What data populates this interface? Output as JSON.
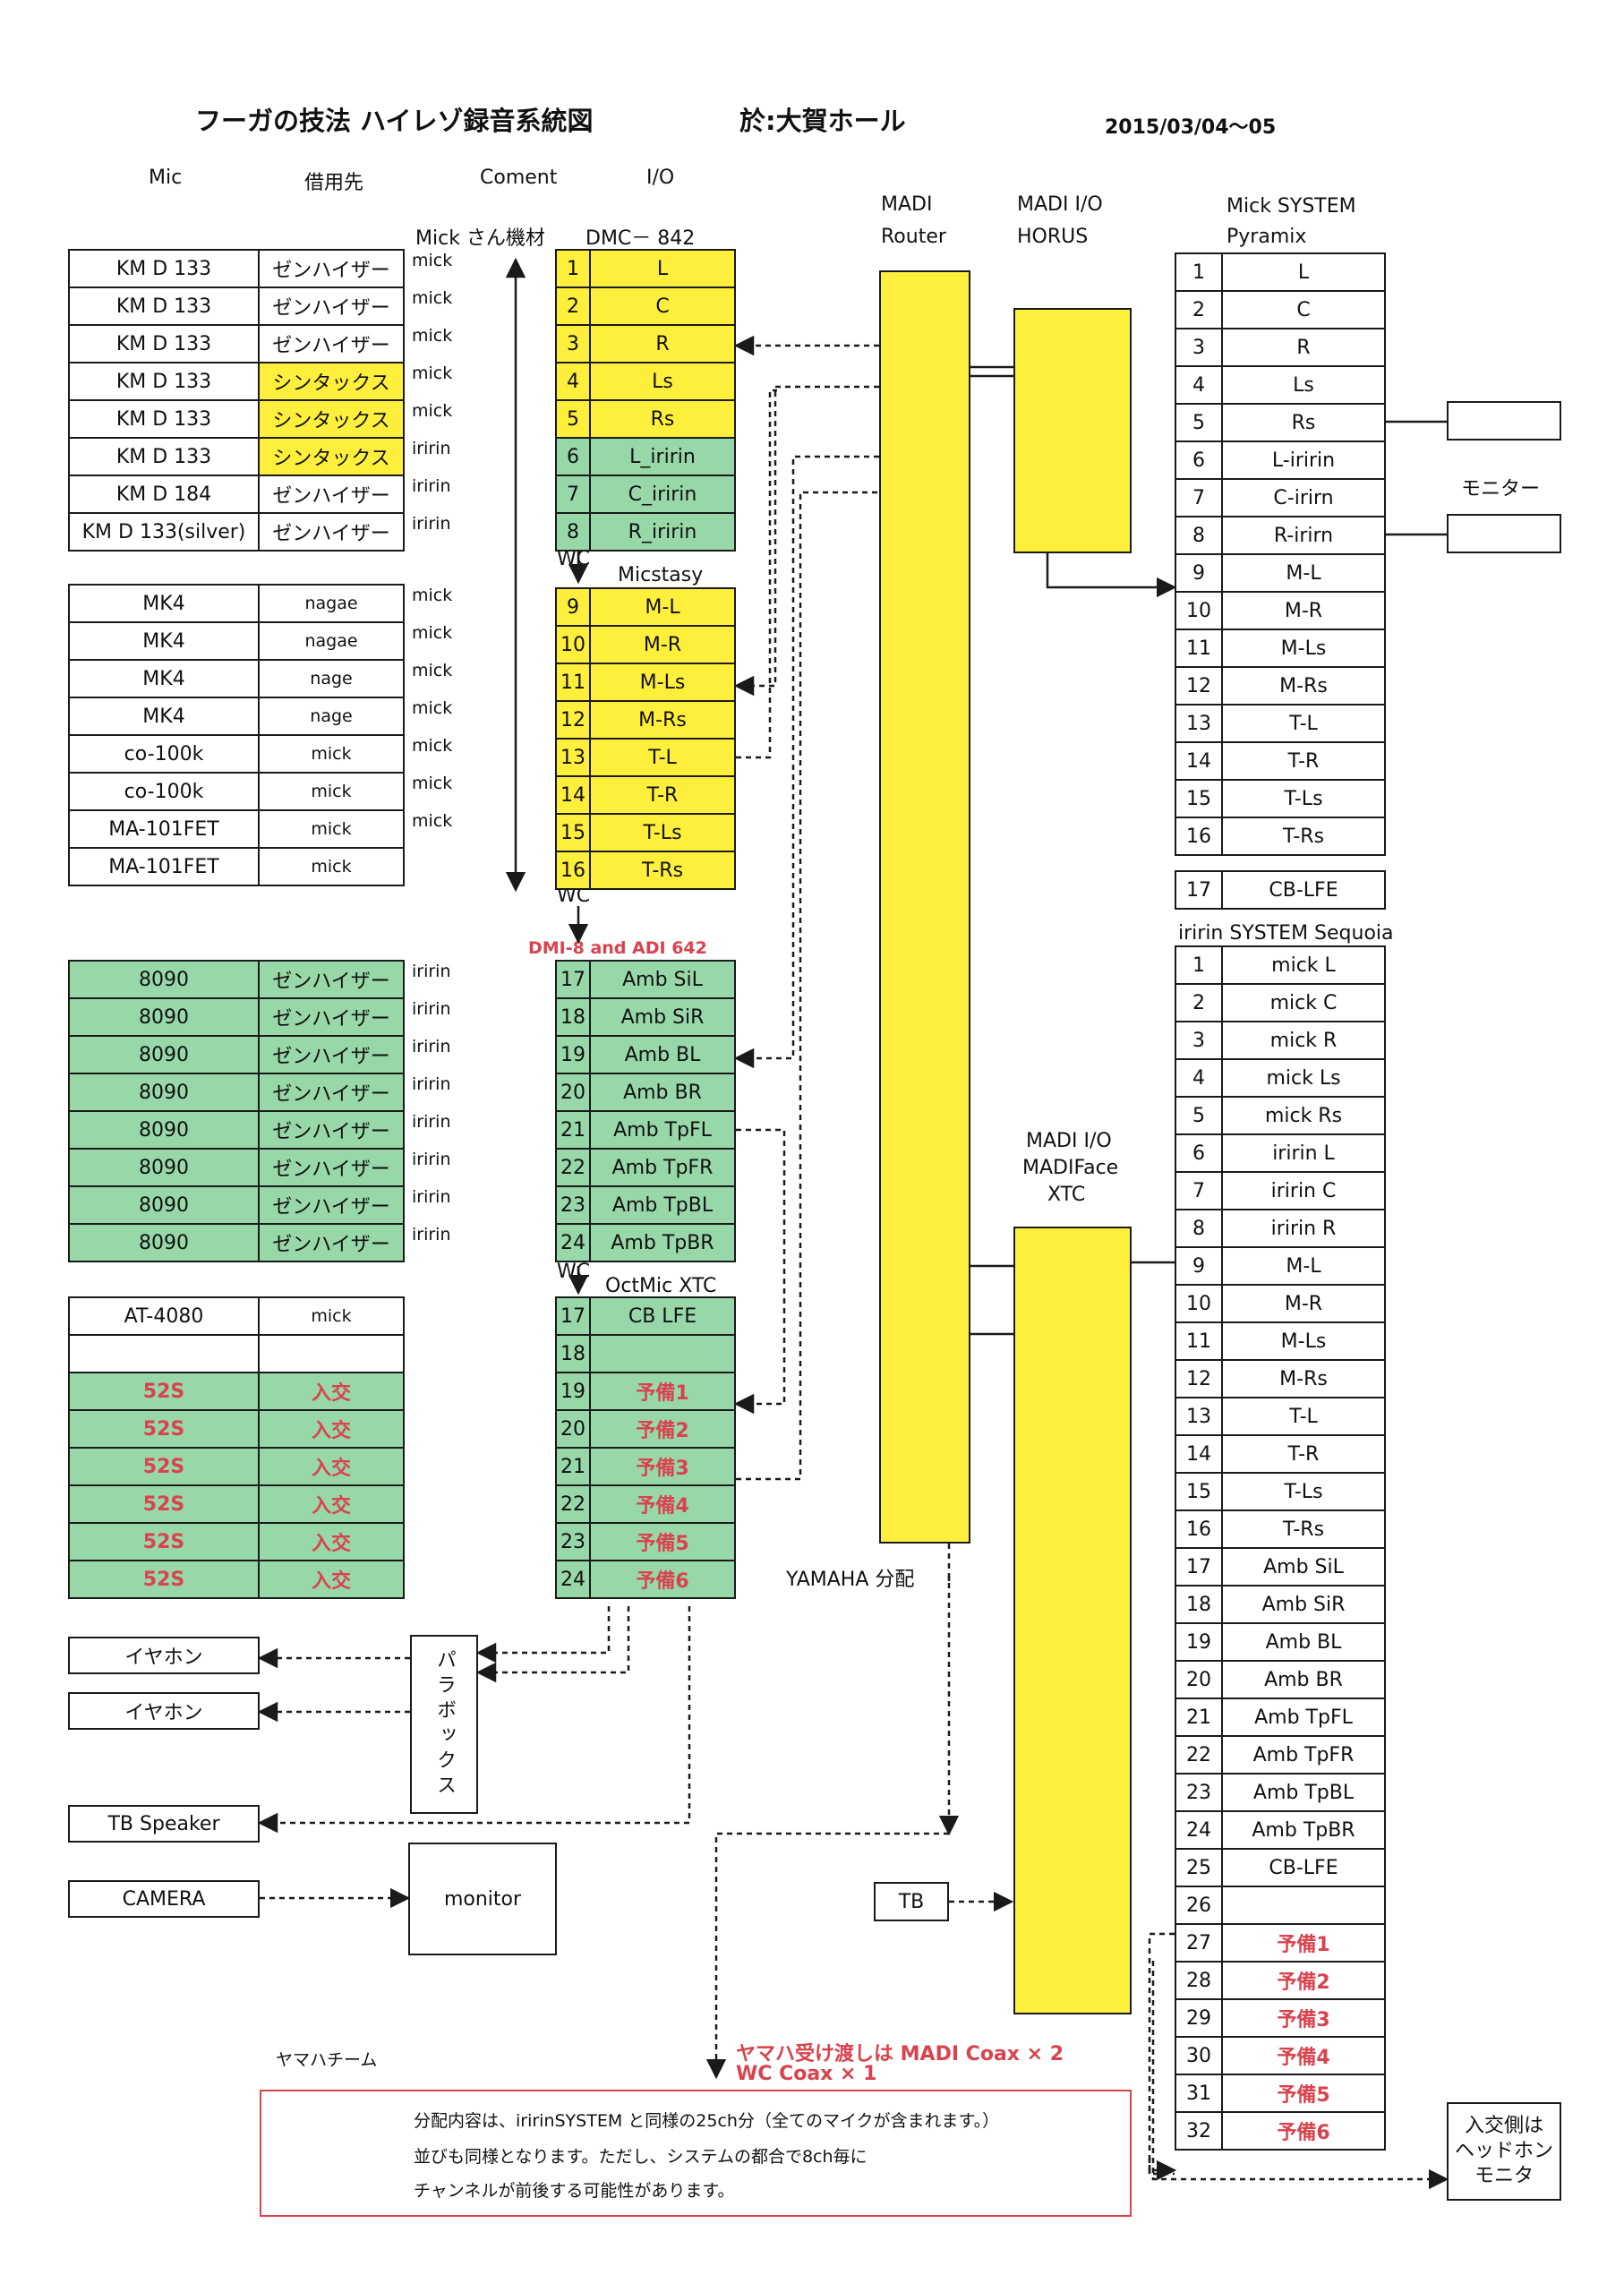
{
  "title": "フーガの技法 ハイレゾ録音系統図",
  "venue": "於:大賀ホール",
  "date": "2015/03/04〜05",
  "headers": {
    "mic": "Mic",
    "lender": "借用先",
    "comment": "Coment",
    "io": "I/O"
  },
  "mick_gear_label": "Mick さん機材",
  "dmc_label": "DMC－ 842",
  "micstasy_label": "Micstasy",
  "dmi_label": "DMI-8 and ADI 642",
  "octmic_label": "OctMic XTC",
  "wc": "WC",
  "madi_router": {
    "line1": "MADI",
    "line2": "Router"
  },
  "madi_horus": {
    "line1": "MADI I/O",
    "line2": "HORUS"
  },
  "madi_face": {
    "line1": "MADI I/O",
    "line2": "MADIFace",
    "line3": "XTC"
  },
  "mick_system": {
    "line1": "Mick SYSTEM",
    "line2": "Pyramix"
  },
  "iririn_system_label": "iririn SYSTEM Sequoia",
  "monitor_label": "モニター",
  "yamaha_split": "YAMAHA 分配",
  "yamaha_team": "ヤマハチーム",
  "yamaha_handover": {
    "line1": "ヤマハ受け渡しは MADI Coax × 2",
    "line2": "WC Coax × 1"
  },
  "notes": [
    "分配内容は、iririnSYSTEM と同様の25ch分（全てのマイクが含まれます。）",
    "並びも同様となります。ただし、システムの都合で8ch毎に",
    "チャンネルが前後する可能性があります。"
  ],
  "parabox": "パラボックス",
  "earphone": "イヤホン",
  "tb_speaker": "TB Speaker",
  "camera": "CAMERA",
  "monitor_box": "monitor",
  "tb": "TB",
  "headphone_monitor": {
    "line1": "入交側は",
    "line2": "ヘッドホン",
    "line3": "モニタ"
  },
  "mic_groups": [
    [
      {
        "mic": "KM D 133",
        "lender": "ゼンハイザー",
        "comment": "mick",
        "color": "",
        "ltint": ""
      },
      {
        "mic": "KM D 133",
        "lender": "ゼンハイザー",
        "comment": "mick",
        "color": "",
        "ltint": ""
      },
      {
        "mic": "KM D 133",
        "lender": "ゼンハイザー",
        "comment": "mick",
        "color": "",
        "ltint": ""
      },
      {
        "mic": "KM D 133",
        "lender": "シンタックス",
        "comment": "mick",
        "color": "",
        "ltint": "y"
      },
      {
        "mic": "KM D 133",
        "lender": "シンタックス",
        "comment": "mick",
        "color": "",
        "ltint": "y"
      },
      {
        "mic": "KM D 133",
        "lender": "シンタックス",
        "comment": "iririn",
        "color": "",
        "ltint": "y"
      },
      {
        "mic": "KM D 184",
        "lender": "ゼンハイザー",
        "comment": "iririn",
        "color": "",
        "ltint": ""
      },
      {
        "mic": "KM D 133(silver)",
        "lender": "ゼンハイザー",
        "comment": "iririn",
        "color": "",
        "ltint": ""
      }
    ],
    [
      {
        "mic": "MK4",
        "lender": "nagae",
        "comment": "mick",
        "color": "",
        "ltint": ""
      },
      {
        "mic": "MK4",
        "lender": "nagae",
        "comment": "mick",
        "color": "",
        "ltint": ""
      },
      {
        "mic": "MK4",
        "lender": "nage",
        "comment": "mick",
        "color": "",
        "ltint": ""
      },
      {
        "mic": "MK4",
        "lender": "nage",
        "comment": "mick",
        "color": "",
        "ltint": ""
      },
      {
        "mic": "co-100k",
        "lender": "mick",
        "comment": "mick",
        "color": "",
        "ltint": ""
      },
      {
        "mic": "co-100k",
        "lender": "mick",
        "comment": "mick",
        "color": "",
        "ltint": ""
      },
      {
        "mic": "MA-101FET",
        "lender": "mick",
        "comment": "mick",
        "color": "",
        "ltint": ""
      },
      {
        "mic": "MA-101FET",
        "lender": "mick",
        "comment": "",
        "color": "",
        "ltint": ""
      }
    ],
    [
      {
        "mic": "8090",
        "lender": "ゼンハイザー",
        "comment": "iririn",
        "color": "g",
        "ltint": ""
      },
      {
        "mic": "8090",
        "lender": "ゼンハイザー",
        "comment": "iririn",
        "color": "g",
        "ltint": ""
      },
      {
        "mic": "8090",
        "lender": "ゼンハイザー",
        "comment": "iririn",
        "color": "g",
        "ltint": ""
      },
      {
        "mic": "8090",
        "lender": "ゼンハイザー",
        "comment": "iririn",
        "color": "g",
        "ltint": ""
      },
      {
        "mic": "8090",
        "lender": "ゼンハイザー",
        "comment": "iririn",
        "color": "g",
        "ltint": ""
      },
      {
        "mic": "8090",
        "lender": "ゼンハイザー",
        "comment": "iririn",
        "color": "g",
        "ltint": ""
      },
      {
        "mic": "8090",
        "lender": "ゼンハイザー",
        "comment": "iririn",
        "color": "g",
        "ltint": ""
      },
      {
        "mic": "8090",
        "lender": "ゼンハイザー",
        "comment": "iririn",
        "color": "g",
        "ltint": ""
      }
    ],
    [
      {
        "mic": "AT-4080",
        "lender": "mick",
        "comment": "",
        "color": "",
        "ltint": ""
      },
      {
        "mic": "",
        "lender": "",
        "comment": "",
        "color": "",
        "ltint": ""
      },
      {
        "mic": "52S",
        "lender": "入交",
        "comment": "",
        "color": "g",
        "ltint": "",
        "red": true
      },
      {
        "mic": "52S",
        "lender": "入交",
        "comment": "",
        "color": "g",
        "ltint": "",
        "red": true
      },
      {
        "mic": "52S",
        "lender": "入交",
        "comment": "",
        "color": "g",
        "ltint": "",
        "red": true
      },
      {
        "mic": "52S",
        "lender": "入交",
        "comment": "",
        "color": "g",
        "ltint": "",
        "red": true
      },
      {
        "mic": "52S",
        "lender": "入交",
        "comment": "",
        "color": "g",
        "ltint": "",
        "red": true
      },
      {
        "mic": "52S",
        "lender": "入交",
        "comment": "",
        "color": "g",
        "ltint": "",
        "red": true
      }
    ]
  ],
  "io_groups": [
    [
      [
        "1",
        "L",
        "y"
      ],
      [
        "2",
        "C",
        "y"
      ],
      [
        "3",
        "R",
        "y"
      ],
      [
        "4",
        "Ls",
        "y"
      ],
      [
        "5",
        "Rs",
        "y"
      ],
      [
        "6",
        "L_iririn",
        "g"
      ],
      [
        "7",
        "C_iririn",
        "g"
      ],
      [
        "8",
        "R_iririn",
        "g"
      ]
    ],
    [
      [
        "9",
        "M-L",
        "y"
      ],
      [
        "10",
        "M-R",
        "y"
      ],
      [
        "11",
        "M-Ls",
        "y"
      ],
      [
        "12",
        "M-Rs",
        "y"
      ],
      [
        "13",
        "T-L",
        "y"
      ],
      [
        "14",
        "T-R",
        "y"
      ],
      [
        "15",
        "T-Ls",
        "y"
      ],
      [
        "16",
        "T-Rs",
        "y"
      ]
    ],
    [
      [
        "17",
        "Amb SiL",
        "g"
      ],
      [
        "18",
        "Amb SiR",
        "g"
      ],
      [
        "19",
        "Amb BL",
        "g"
      ],
      [
        "20",
        "Amb BR",
        "g"
      ],
      [
        "21",
        "Amb TpFL",
        "g"
      ],
      [
        "22",
        "Amb TpFR",
        "g"
      ],
      [
        "23",
        "Amb TpBL",
        "g"
      ],
      [
        "24",
        "Amb TpBR",
        "g"
      ]
    ],
    [
      [
        "17",
        "CB LFE",
        "g"
      ],
      [
        "18",
        "",
        "g"
      ],
      [
        "19",
        "予備1",
        "g",
        "r"
      ],
      [
        "20",
        "予備2",
        "g",
        "r"
      ],
      [
        "21",
        "予備3",
        "g",
        "r"
      ],
      [
        "22",
        "予備4",
        "g",
        "r"
      ],
      [
        "23",
        "予備5",
        "g",
        "r"
      ],
      [
        "24",
        "予備6",
        "g",
        "r"
      ]
    ]
  ],
  "mick_channels": [
    [
      "1",
      "L"
    ],
    [
      "2",
      "C"
    ],
    [
      "3",
      "R"
    ],
    [
      "4",
      "Ls"
    ],
    [
      "5",
      "Rs"
    ],
    [
      "6",
      "L-iririn"
    ],
    [
      "7",
      "C-irirn"
    ],
    [
      "8",
      "R-irirn"
    ],
    [
      "9",
      "M-L"
    ],
    [
      "10",
      "M-R"
    ],
    [
      "11",
      "M-Ls"
    ],
    [
      "12",
      "M-Rs"
    ],
    [
      "13",
      "T-L"
    ],
    [
      "14",
      "T-R"
    ],
    [
      "15",
      "T-Ls"
    ],
    [
      "16",
      "T-Rs"
    ]
  ],
  "mick_extra": [
    "17",
    "CB-LFE"
  ],
  "iririn_channels": [
    [
      "1",
      "mick L"
    ],
    [
      "2",
      "mick C"
    ],
    [
      "3",
      "mick R"
    ],
    [
      "4",
      "mick Ls"
    ],
    [
      "5",
      "mick Rs"
    ],
    [
      "6",
      "iririn L"
    ],
    [
      "7",
      "iririn C"
    ],
    [
      "8",
      "iririn R"
    ],
    [
      "9",
      "M-L"
    ],
    [
      "10",
      "M-R"
    ],
    [
      "11",
      "M-Ls"
    ],
    [
      "12",
      "M-Rs"
    ],
    [
      "13",
      "T-L"
    ],
    [
      "14",
      "T-R"
    ],
    [
      "15",
      "T-Ls"
    ],
    [
      "16",
      "T-Rs"
    ],
    [
      "17",
      "Amb SiL"
    ],
    [
      "18",
      "Amb SiR"
    ],
    [
      "19",
      "Amb BL"
    ],
    [
      "20",
      "Amb BR"
    ],
    [
      "21",
      "Amb TpFL"
    ],
    [
      "22",
      "Amb TpFR"
    ],
    [
      "23",
      "Amb TpBL"
    ],
    [
      "24",
      "Amb TpBR"
    ],
    [
      "25",
      "CB-LFE"
    ],
    [
      "26",
      ""
    ],
    [
      "27",
      "予備1",
      "r"
    ],
    [
      "28",
      "予備2",
      "r"
    ],
    [
      "29",
      "予備3",
      "r"
    ],
    [
      "30",
      "予備4",
      "r"
    ],
    [
      "31",
      "予備5",
      "r"
    ],
    [
      "32",
      "予備6",
      "r"
    ]
  ],
  "colors": {
    "yellow": "#ffef3d",
    "green": "#98d8a8",
    "red": "#d9434e",
    "line": "#1a1a1a"
  }
}
